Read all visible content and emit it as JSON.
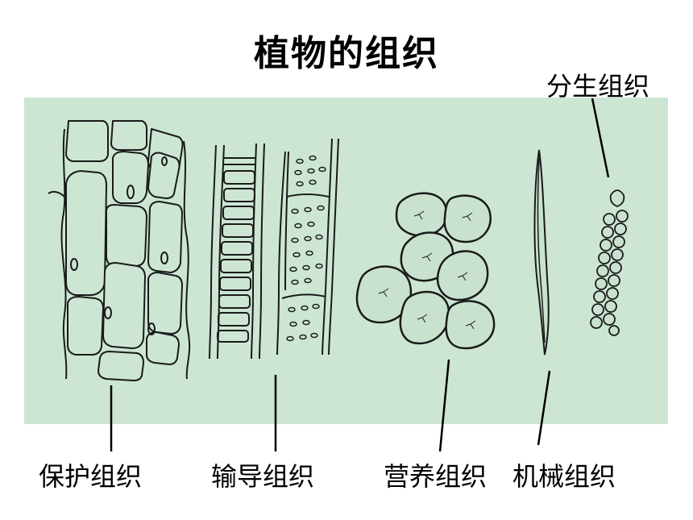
{
  "title": "植物的组织",
  "colors": {
    "panel_background": "#cde6d4",
    "line": "#1a1a1a",
    "cell_fill": "#c8e2cf"
  },
  "labels": {
    "protective": "保护组织",
    "conducting": "输导组织",
    "nutritive": "营养组织",
    "mechanical": "机械组织",
    "meristematic": "分生组织"
  }
}
